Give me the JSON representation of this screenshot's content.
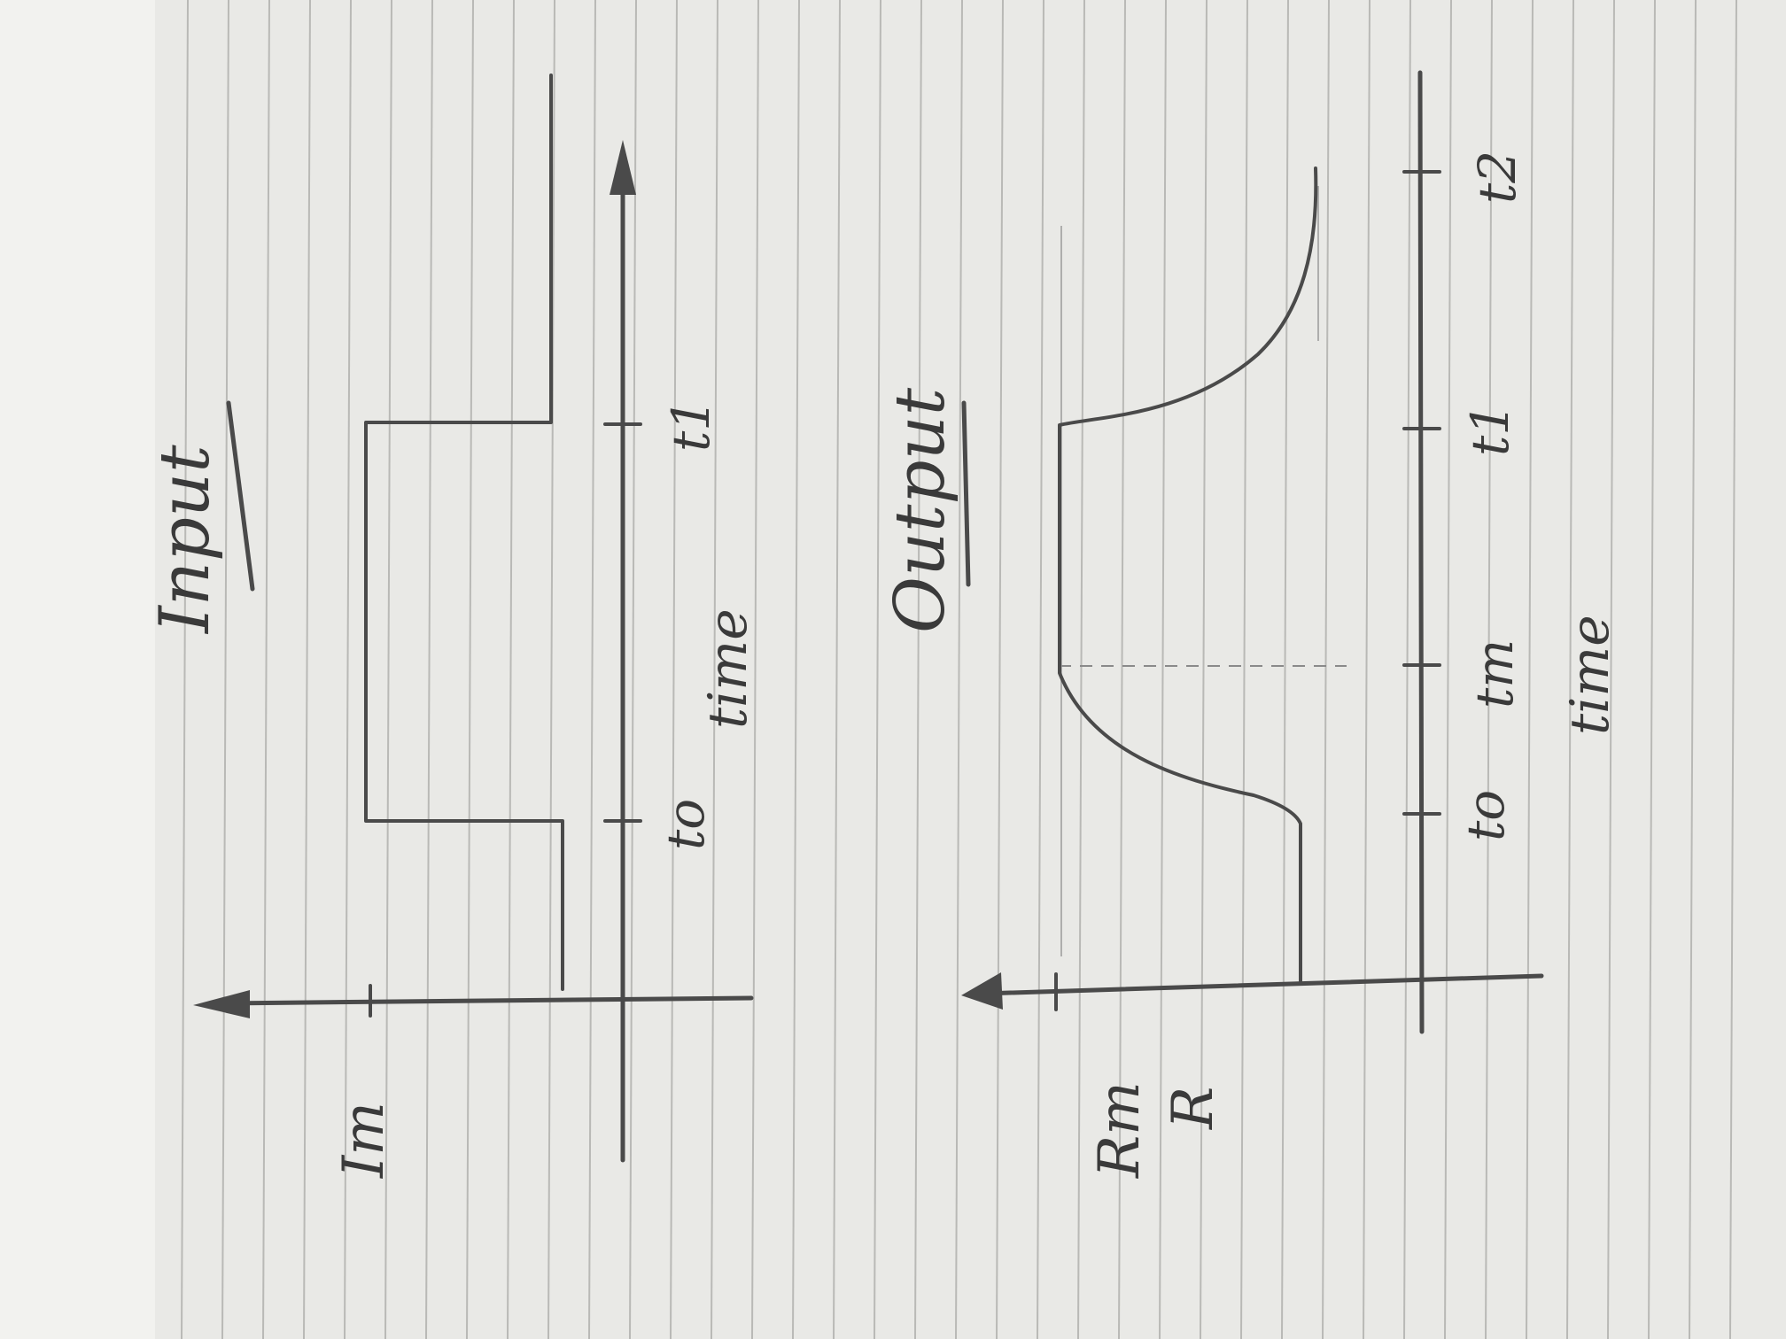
{
  "input": {
    "title": "Input",
    "ylabel": "Im",
    "xlabel": "time",
    "ticks": [
      "to",
      "t1"
    ]
  },
  "output": {
    "title": "Output",
    "ylabels": [
      "Rm",
      "R"
    ],
    "xlabel": "time",
    "ticks": [
      "to",
      "tm",
      "t1",
      "t2"
    ]
  },
  "colors": {
    "paper": "#e9e9e6",
    "rule_line": "#b9b9b6",
    "pencil": "#4a4a4a"
  }
}
